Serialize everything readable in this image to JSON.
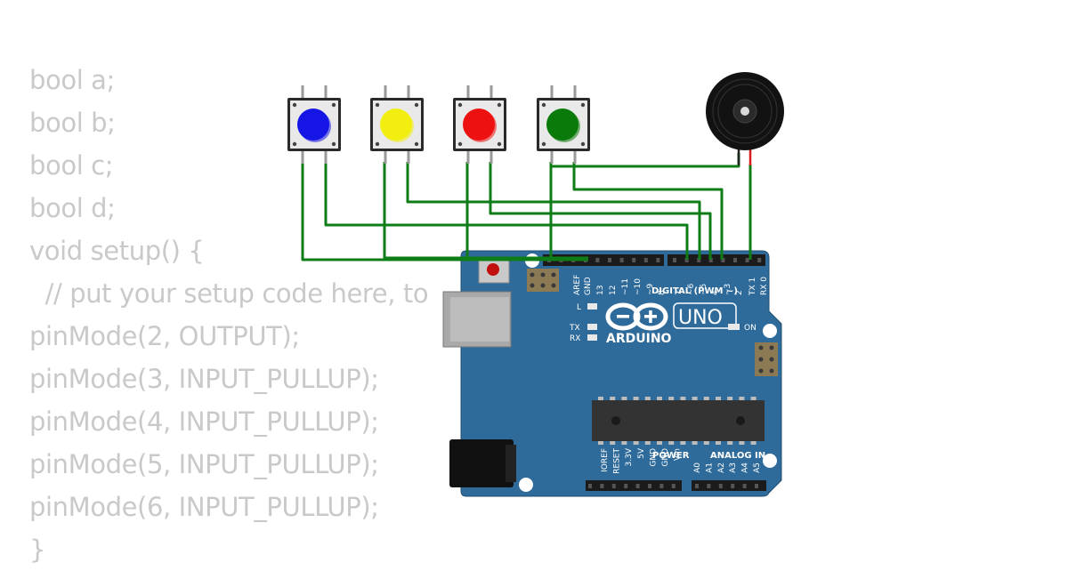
{
  "code_lines": [
    "bool a;",
    "bool b;",
    "bool c;",
    "bool d;",
    "void setup() {",
    "  // put your setup code here, to",
    "pinMode(2, OUTPUT);",
    "pinMode(3, INPUT_PULLUP);",
    "pinMode(4, INPUT_PULLUP);",
    "pinMode(5, INPUT_PULLUP);",
    "pinMode(6, INPUT_PULLUP);",
    "}"
  ],
  "buttons": [
    {
      "color": "#1515e6"
    },
    {
      "color": "#f2ef10"
    },
    {
      "color": "#ee1111"
    },
    {
      "color": "#0a7a0a"
    }
  ],
  "board": {
    "brand": "ARDUINO",
    "model": "UNO",
    "digital_label": "DIGITAL (PWM ~)",
    "power_label": "POWER",
    "analog_label": "ANALOG IN",
    "on_label": "ON",
    "l_label": "L",
    "tx_label": "TX",
    "rx_label": "RX",
    "top_pin_labels": [
      "AREF",
      "GND",
      "13",
      "12",
      "~11",
      "~10",
      "~9",
      "8",
      "7",
      "~6",
      "~5",
      "4",
      "~3",
      "2",
      "TX 1",
      "RX 0"
    ],
    "power_pin_labels": [
      "IOREF",
      "RESET",
      "3.3V",
      "5V",
      "GND",
      "GND",
      "Vin"
    ],
    "analog_pin_labels": [
      "A0",
      "A1",
      "A2",
      "A3",
      "A4",
      "A5"
    ]
  },
  "colors": {
    "board": "#2f6b9a",
    "wire": "#0f7d17",
    "code_text": "#c9c9c9"
  }
}
